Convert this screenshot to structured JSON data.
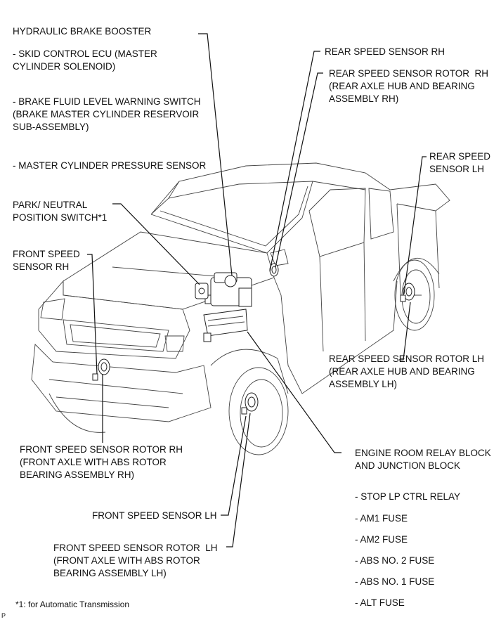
{
  "labels": {
    "hydraulic_booster": "HYDRAULIC BRAKE BOOSTER",
    "skid_ecu": "- SKID CONTROL ECU (MASTER\nCYLINDER SOLENOID)",
    "fluid_switch": "- BRAKE FLUID LEVEL WARNING SWITCH\n(BRAKE MASTER CYLINDER RESERVOIR\nSUB-ASSEMBLY)",
    "pressure_sensor": "- MASTER CYLINDER PRESSURE SENSOR",
    "park_neutral": "PARK/ NEUTRAL\nPOSITION SWITCH*1",
    "front_speed_rh": "FRONT SPEED\nSENSOR RH",
    "front_rotor_rh": "FRONT SPEED SENSOR ROTOR RH\n(FRONT AXLE WITH ABS ROTOR\nBEARING ASSEMBLY RH)",
    "front_speed_lh": "FRONT SPEED SENSOR LH",
    "front_rotor_lh": "FRONT SPEED SENSOR ROTOR  LH\n(FRONT AXLE WITH ABS ROTOR\nBEARING ASSEMBLY LH)",
    "footnote": "*1: for Automatic Transmission",
    "rear_speed_rh": "REAR SPEED SENSOR RH",
    "rear_rotor_rh": "REAR SPEED SENSOR ROTOR  RH\n(REAR AXLE HUB AND BEARING\nASSEMBLY RH)",
    "rear_speed_lh": "REAR SPEED\nSENSOR LH",
    "rear_rotor_lh": "REAR SPEED SENSOR ROTOR LH\n(REAR AXLE HUB AND BEARING\nASSEMBLY LH)",
    "relay_block": "ENGINE ROOM RELAY BLOCK\nAND JUNCTION BLOCK",
    "stop_lp": "- STOP LP CTRL RELAY",
    "am1": "- AM1 FUSE",
    "am2": "- AM2 FUSE",
    "abs2": "- ABS NO. 2 FUSE",
    "abs1": "- ABS NO. 1 FUSE",
    "alt": "- ALT FUSE",
    "corner_mark": "P"
  }
}
